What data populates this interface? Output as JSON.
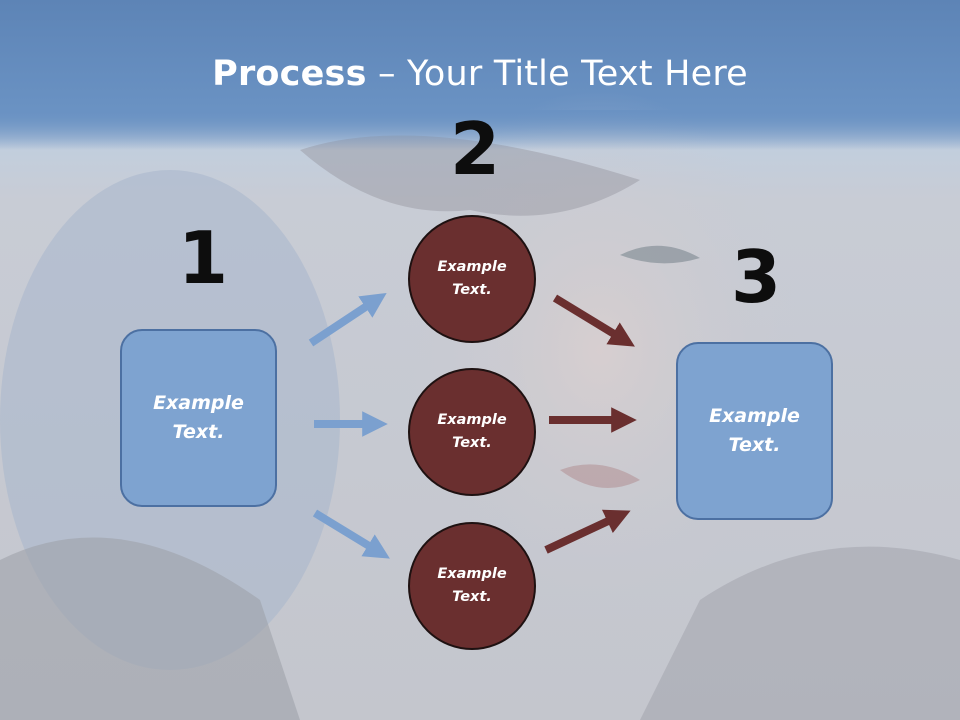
{
  "title": {
    "strong": "Process",
    "rest": " – Your Title Text Here"
  },
  "steps": [
    {
      "number": "1"
    },
    {
      "number": "2"
    },
    {
      "number": "3"
    }
  ],
  "left_box": {
    "line1": "Example",
    "line2": "Text."
  },
  "circles": [
    {
      "line1": "Example",
      "line2": "Text."
    },
    {
      "line1": "Example",
      "line2": "Text."
    },
    {
      "line1": "Example",
      "line2": "Text."
    }
  ],
  "right_box": {
    "line1": "Example",
    "line2": "Text."
  },
  "colors": {
    "blue_fill": "#7ea3d0",
    "blue_arrow": "#7ba0cf",
    "circle_fill": "#6a2f2f",
    "dark_arrow": "#6a2f2f",
    "header": "#5d84b6"
  }
}
